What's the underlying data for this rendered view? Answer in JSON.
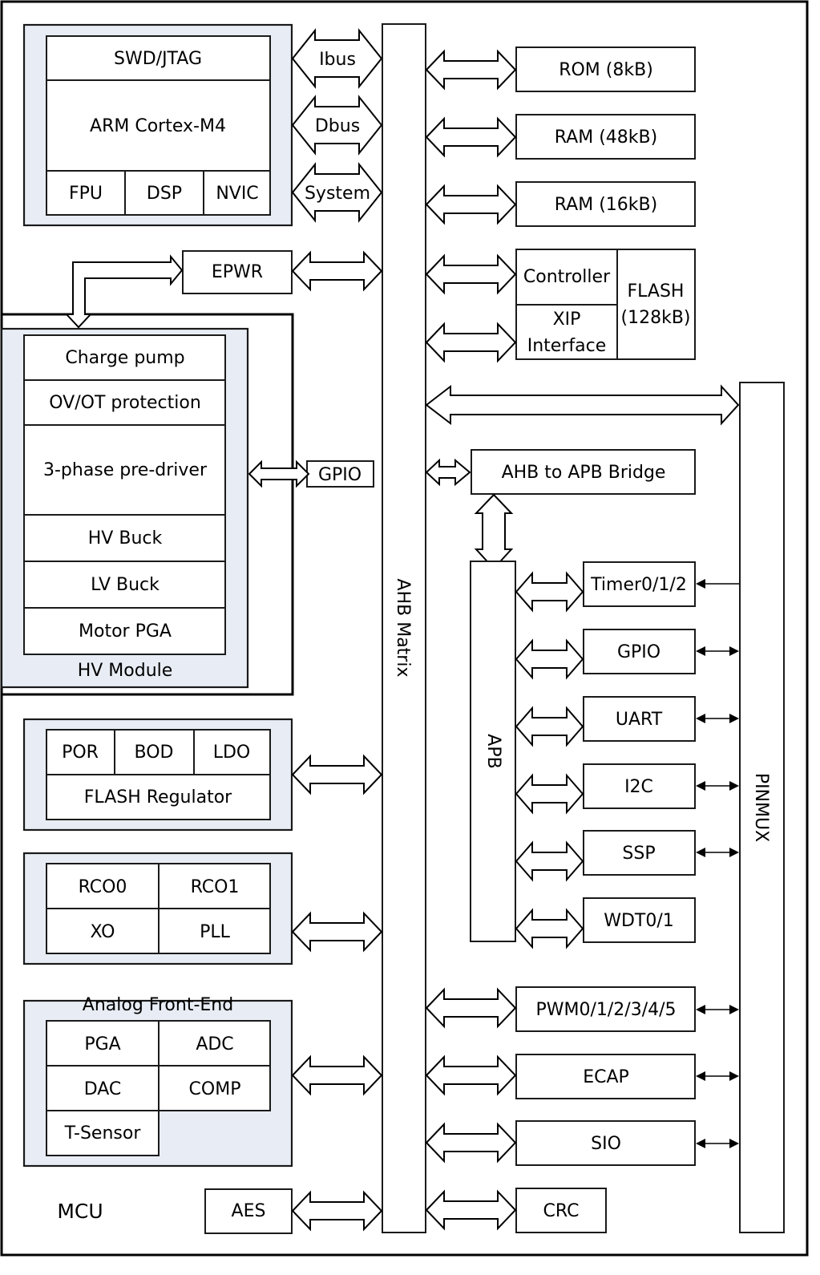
{
  "diagram": {
    "title_label": "MCU",
    "colors": {
      "group_fill": "#e8edf5",
      "stroke": "#1a1a1a",
      "background": "#ffffff"
    },
    "cpu": {
      "debug": "SWD/JTAG",
      "core": "ARM Cortex-M4",
      "units": [
        "FPU",
        "DSP",
        "NVIC"
      ]
    },
    "core_buses": [
      "Ibus",
      "Dbus",
      "System"
    ],
    "epwr": "EPWR",
    "hv_module": {
      "label": "HV Module",
      "blocks": [
        "Charge pump",
        "OV/OT protection",
        "3-phase pre-driver",
        "HV Buck",
        "LV Buck",
        "Motor PGA"
      ],
      "gpio": "GPIO"
    },
    "power_group": {
      "blocks": [
        "POR",
        "BOD",
        "LDO"
      ],
      "regulator": "FLASH Regulator"
    },
    "clock_group": {
      "blocks": [
        "RCO0",
        "RCO1",
        "XO",
        "PLL"
      ]
    },
    "afe": {
      "label": "Analog Front-End",
      "blocks": [
        "PGA",
        "ADC",
        "DAC",
        "COMP",
        "T-Sensor"
      ]
    },
    "aes": "AES",
    "ahb_matrix": "AHB Matrix",
    "memories": [
      "ROM (8kB)",
      "RAM (48kB)",
      "RAM (16kB)"
    ],
    "flash": {
      "controller": "Controller",
      "xip_line1": "XIP",
      "xip_line2": "Interface",
      "label_line1": "FLASH",
      "label_line2": "(128kB)"
    },
    "bridge": "AHB to APB Bridge",
    "apb": "APB",
    "apb_peripherals": [
      "Timer0/1/2",
      "GPIO",
      "UART",
      "I2C",
      "SSP",
      "WDT0/1"
    ],
    "ahb_peripherals": [
      "PWM0/1/2/3/4/5",
      "ECAP",
      "SIO"
    ],
    "crc": "CRC",
    "pinmux": "PINMUX"
  }
}
